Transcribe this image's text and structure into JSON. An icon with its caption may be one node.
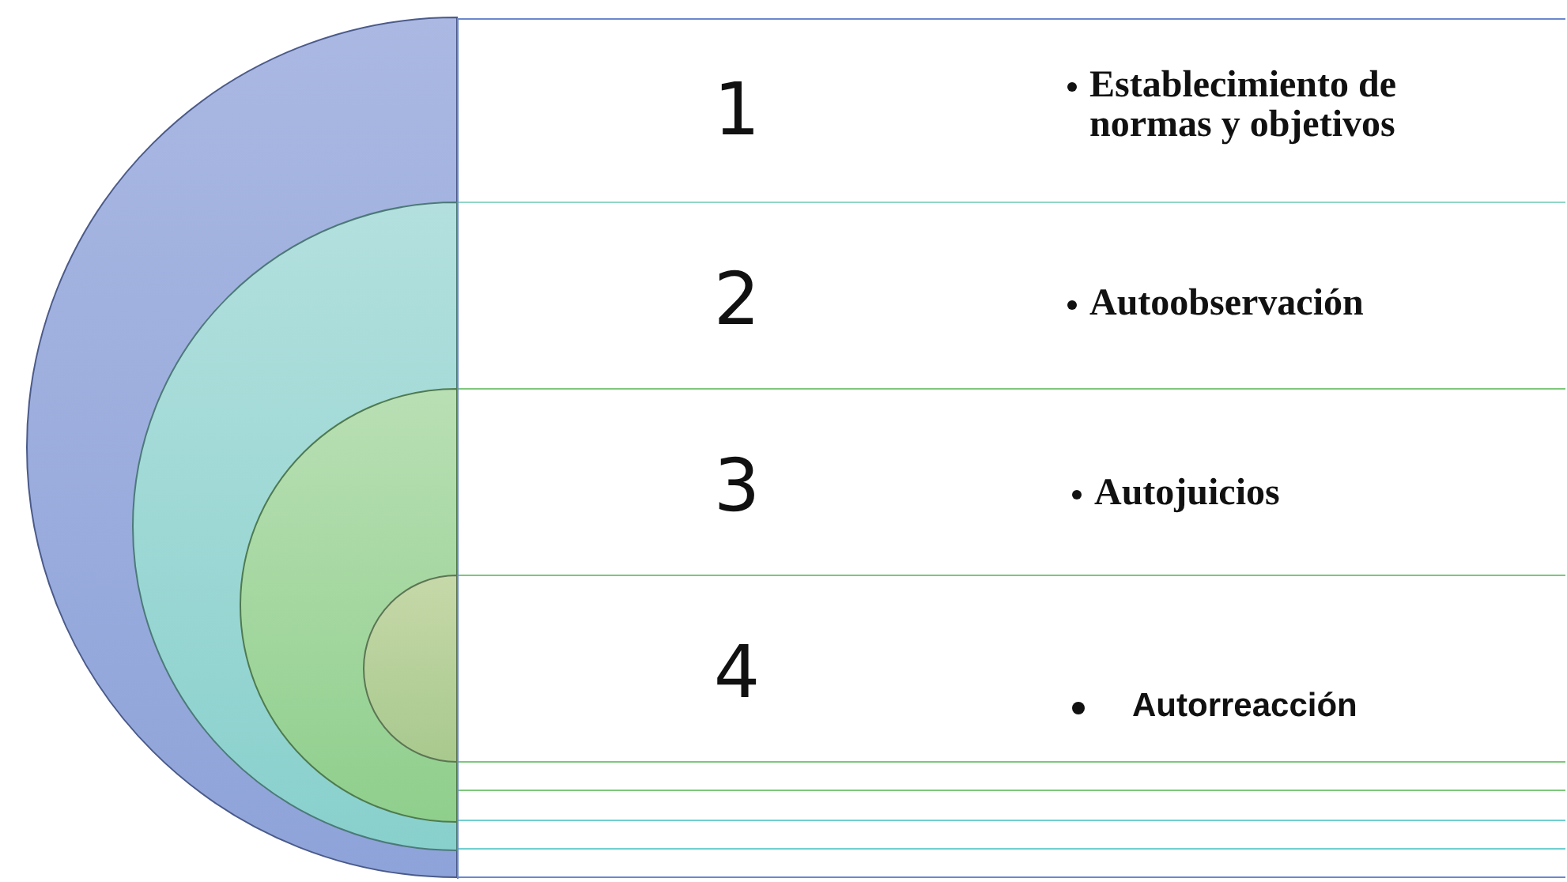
{
  "diagram": {
    "nodes": [
      {
        "text": [
          "1",
          "Establecimiento de normas y objetivos"
        ]
      },
      {
        "text": [
          "2",
          "Autoobservación"
        ]
      },
      {
        "text": [
          "3",
          "Autojuicios"
        ]
      },
      {
        "text": [
          "4",
          "Autorreacción"
        ]
      }
    ]
  }
}
